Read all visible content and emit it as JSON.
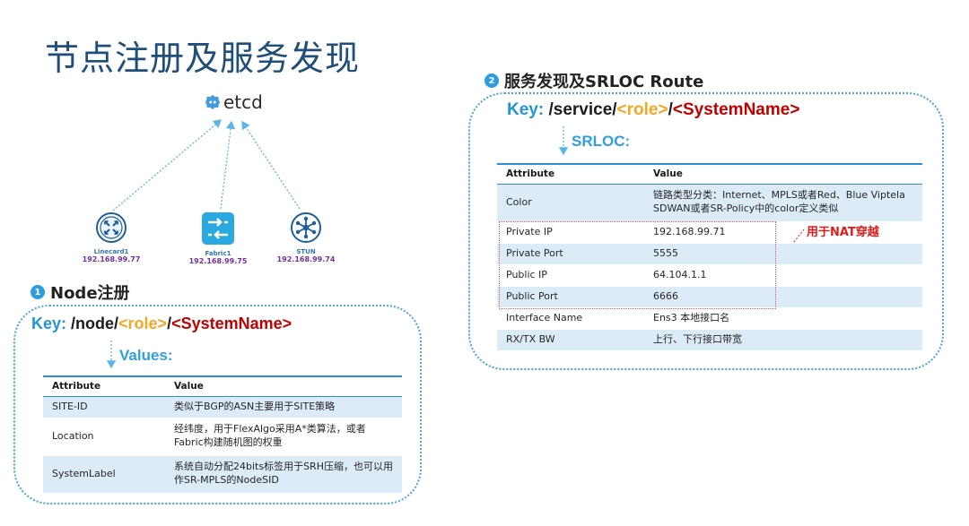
{
  "title": "节点注册及服务发现",
  "etcd": {
    "label": "etcd"
  },
  "nodes": [
    {
      "name": "Linecard1",
      "ip": "192.168.99.77"
    },
    {
      "name": "Fabric1",
      "ip": "192.168.99.75"
    },
    {
      "name": "STUN",
      "ip": "192.168.99.74"
    }
  ],
  "section1": {
    "number": "1",
    "title": "Node注册",
    "key": {
      "prefix": "Key: ",
      "path1": "/node/",
      "role": "<role>",
      "sep": "/",
      "name": "<SystemName>"
    },
    "sublabel": "Values:",
    "table": {
      "headers": [
        "Attribute",
        "Value"
      ],
      "rows": [
        {
          "attr": "SITE-ID",
          "value": "类似于BGP的ASN主要用于SITE策略"
        },
        {
          "attr": "Location",
          "value": "经纬度，用于FlexAlgo采用A*类算法，或者Fabric构建随机图的权重"
        },
        {
          "attr": "SystemLabel",
          "value": "系统自动分配24bits标签用于SRH压缩，也可以用作SR-MPLS的NodeSID"
        }
      ]
    }
  },
  "section2": {
    "number": "2",
    "title": "服务发现及SRLOC Route",
    "key": {
      "prefix": "Key: ",
      "path1": "/service/",
      "role": "<role>",
      "sep": "/",
      "name": "<SystemName>"
    },
    "sublabel": "SRLOC:",
    "table": {
      "headers": [
        "Attribute",
        "Value"
      ],
      "rows": [
        {
          "attr": "Color",
          "value": "链路类型分类：Internet、MPLS或者Red、Blue Viptela SDWAN或者SR-Policy中的color定义类似"
        },
        {
          "attr": "Private IP",
          "value": "192.168.99.71"
        },
        {
          "attr": "Private Port",
          "value": "5555"
        },
        {
          "attr": "Public IP",
          "value": "64.104.1.1"
        },
        {
          "attr": "Public Port",
          "value": "6666"
        },
        {
          "attr": "Interface Name",
          "value": "Ens3 本地接口名"
        },
        {
          "attr": "RX/TX BW",
          "value": "上行、下行接口带宽"
        }
      ]
    },
    "annotation": "用于NAT穿越"
  },
  "colors": {
    "title": "#1f4e79",
    "accent_blue": "#2196d3",
    "role_orange": "#f5a623",
    "name_red": "#c00000",
    "row_shade": "#dcebf8",
    "ip_purple": "#7030a0"
  }
}
